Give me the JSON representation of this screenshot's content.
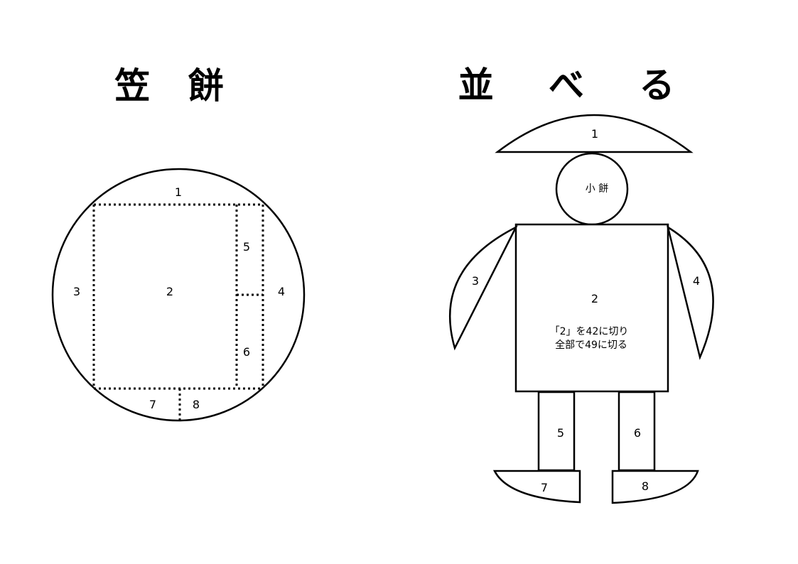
{
  "left_panel": {
    "title": "笠 餅",
    "pieces": {
      "p1": "1",
      "p2": "2",
      "p3": "3",
      "p4": "4",
      "p5": "5",
      "p6": "6",
      "p7": "7",
      "p8": "8"
    }
  },
  "right_panel": {
    "title": "並 べ る",
    "pieces": {
      "p1": "1",
      "p2": "2",
      "p3": "3",
      "p4": "4",
      "p5": "5",
      "p6": "6",
      "p7": "7",
      "p8": "8"
    },
    "head_label": "小 餅",
    "note_line1": "「2」を42に切り",
    "note_line2": "全部で49に切る"
  },
  "colors": {
    "stroke": "#000000",
    "fill": "#ffffff"
  }
}
